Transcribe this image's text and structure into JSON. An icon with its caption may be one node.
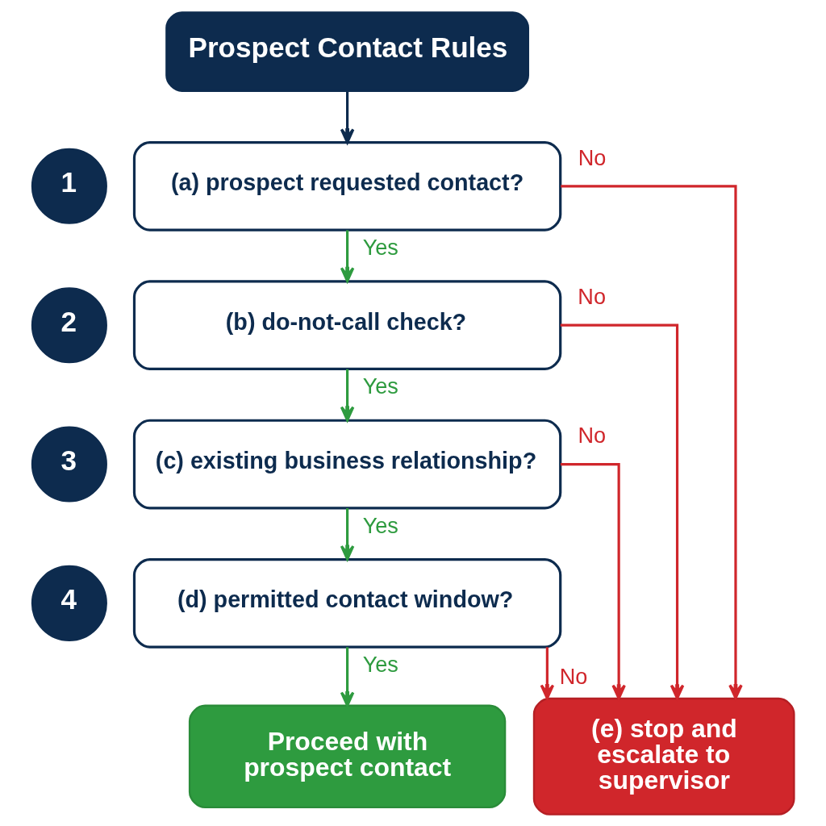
{
  "diagram": {
    "nodes": [
      {
        "text": [
          "Prospect Contact Rules"
        ]
      },
      {
        "text": [
          "1"
        ]
      },
      {
        "text": [
          "(a) prospect requested contact?"
        ]
      },
      {
        "text": [
          "2"
        ]
      },
      {
        "text": [
          "(b) do-not-call check?"
        ]
      },
      {
        "text": [
          "3"
        ]
      },
      {
        "text": [
          "(c) existing business relationship?"
        ]
      },
      {
        "text": [
          "4"
        ]
      },
      {
        "text": [
          "(d) permitted contact window?"
        ]
      },
      {
        "text": [
          "Proceed with prospect contact"
        ]
      },
      {
        "text": [
          "(e) stop and escalate to supervisor"
        ]
      }
    ],
    "edges": [
      {
        "from": 0,
        "to": 2,
        "arrow": "to",
        "color": "#0d2b4e"
      },
      {
        "from": 2,
        "to": 4,
        "arrow": "to",
        "label": "Yes",
        "color": "#2e9b3f"
      },
      {
        "from": 4,
        "to": 6,
        "arrow": "to",
        "label": "Yes",
        "color": "#2e9b3f"
      },
      {
        "from": 6,
        "to": 8,
        "arrow": "to",
        "label": "Yes",
        "color": "#2e9b3f"
      },
      {
        "from": 8,
        "to": 9,
        "arrow": "to",
        "label": "Yes",
        "color": "#2e9b3f"
      },
      {
        "from": 2,
        "to": 10,
        "arrow": "to",
        "label": "No",
        "color": "#d0262b"
      },
      {
        "from": 4,
        "to": 10,
        "arrow": "to",
        "label": "No",
        "color": "#d0262b"
      },
      {
        "from": 6,
        "to": 10,
        "arrow": "to",
        "label": "No",
        "color": "#d0262b"
      },
      {
        "from": 8,
        "to": 10,
        "arrow": "to",
        "label": "No",
        "color": "#d0262b"
      }
    ]
  }
}
